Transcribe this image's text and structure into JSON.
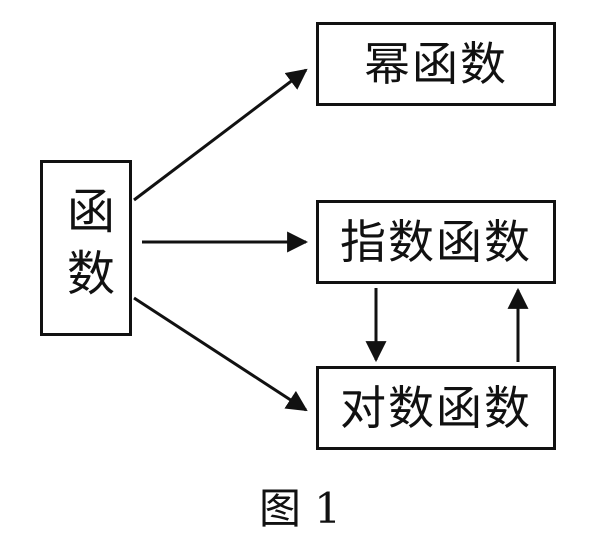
{
  "diagram": {
    "root": {
      "label": "函数"
    },
    "nodes": {
      "power": {
        "label": "幂函数"
      },
      "exponential": {
        "label": "指数函数"
      },
      "logarithmic": {
        "label": "对数函数"
      }
    },
    "caption": "图 1"
  }
}
